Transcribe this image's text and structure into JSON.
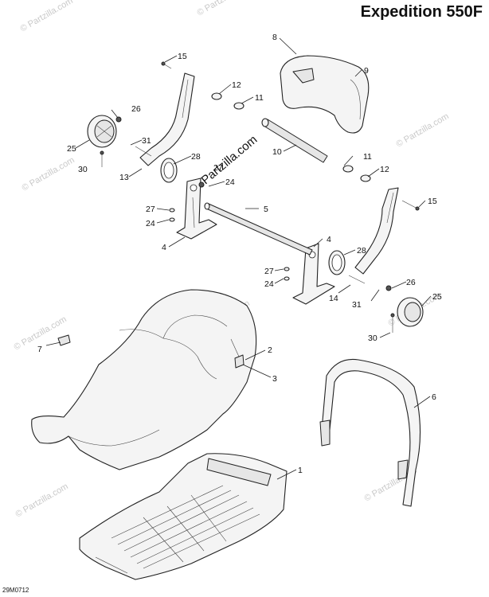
{
  "title": "Expedition 550F",
  "doc_id": "29M0712",
  "watermark": "© Partzilla.com",
  "center_watermark": "Partzilla.com",
  "callouts": [
    {
      "n": "1"
    },
    {
      "n": "2"
    },
    {
      "n": "3"
    },
    {
      "n": "4"
    },
    {
      "n": "4"
    },
    {
      "n": "5"
    },
    {
      "n": "6"
    },
    {
      "n": "7"
    },
    {
      "n": "8"
    },
    {
      "n": "9"
    },
    {
      "n": "10"
    },
    {
      "n": "11"
    },
    {
      "n": "11"
    },
    {
      "n": "12"
    },
    {
      "n": "12"
    },
    {
      "n": "13"
    },
    {
      "n": "14"
    },
    {
      "n": "15"
    },
    {
      "n": "15"
    },
    {
      "n": "24"
    },
    {
      "n": "24"
    },
    {
      "n": "24"
    },
    {
      "n": "25"
    },
    {
      "n": "25"
    },
    {
      "n": "26"
    },
    {
      "n": "26"
    },
    {
      "n": "27"
    },
    {
      "n": "27"
    },
    {
      "n": "27"
    },
    {
      "n": "28"
    },
    {
      "n": "28"
    },
    {
      "n": "30"
    },
    {
      "n": "30"
    },
    {
      "n": "31"
    },
    {
      "n": "31"
    }
  ]
}
